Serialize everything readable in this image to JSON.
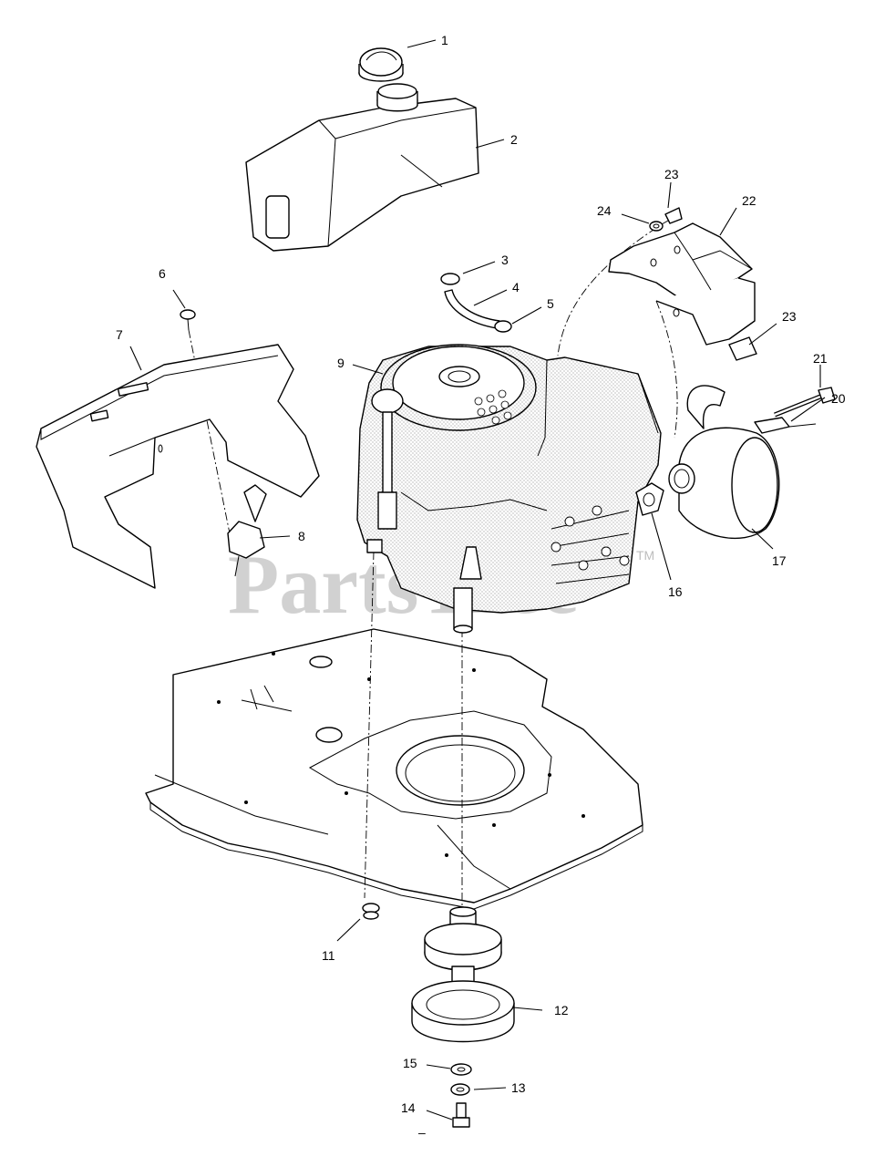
{
  "watermark": {
    "text": "PartsTree",
    "trademark": "TM",
    "color": "#c9c9c9"
  },
  "callouts": [
    {
      "id": "1",
      "label": "1"
    },
    {
      "id": "2",
      "label": "2"
    },
    {
      "id": "3",
      "label": "3"
    },
    {
      "id": "4",
      "label": "4"
    },
    {
      "id": "5",
      "label": "5"
    },
    {
      "id": "6",
      "label": "6"
    },
    {
      "id": "7",
      "label": "7"
    },
    {
      "id": "8",
      "label": "8"
    },
    {
      "id": "9",
      "label": "9"
    },
    {
      "id": "11",
      "label": "11"
    },
    {
      "id": "12",
      "label": "12"
    },
    {
      "id": "13",
      "label": "13"
    },
    {
      "id": "14",
      "label": "14"
    },
    {
      "id": "15",
      "label": "15"
    },
    {
      "id": "16",
      "label": "16"
    },
    {
      "id": "17",
      "label": "17"
    },
    {
      "id": "20",
      "label": "20"
    },
    {
      "id": "21",
      "label": "21"
    },
    {
      "id": "22",
      "label": "22"
    },
    {
      "id": "23a",
      "label": "23"
    },
    {
      "id": "23b",
      "label": "23"
    },
    {
      "id": "24",
      "label": "24"
    }
  ],
  "footer_mark": "–"
}
